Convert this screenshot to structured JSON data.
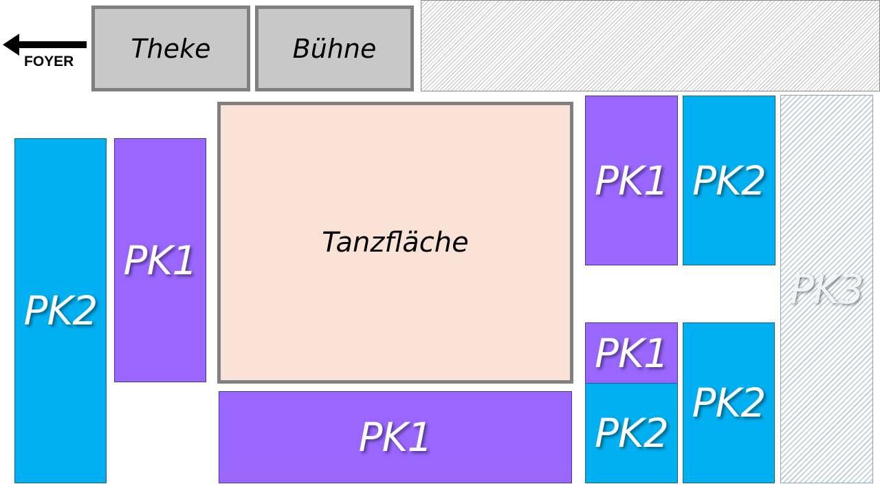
{
  "foyer": {
    "label": "FOYER"
  },
  "areas": {
    "theke": "Theke",
    "buehne": "Bühne",
    "tanzflaeche": "Tanzfläche"
  },
  "tables": {
    "left_pk2": "PK2",
    "left_pk1": "PK1",
    "bottom_pk1": "PK1",
    "right_top_pk1": "PK1",
    "right_top_pk2": "PK2",
    "right_mid_pk1": "PK1",
    "right_bottom_pk2_small": "PK2",
    "right_bottom_pk2": "PK2",
    "pk3": "PK3"
  },
  "colors": {
    "pk1": "#9966ff",
    "pk2": "#00b0f0",
    "dance_floor": "#fae3d6",
    "bar_stage": "#c8c8c8"
  }
}
